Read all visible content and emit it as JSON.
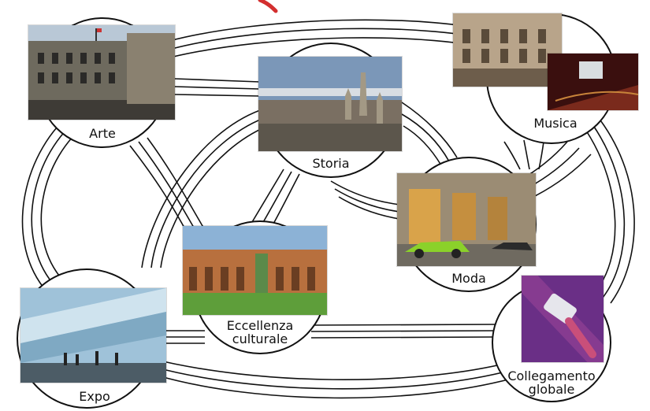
{
  "nodes": [
    {
      "id": "arte",
      "label": "Arte"
    },
    {
      "id": "storia",
      "label": "Storia"
    },
    {
      "id": "musica",
      "label": "Musica"
    },
    {
      "id": "moda",
      "label": "Moda"
    },
    {
      "id": "eccellenza",
      "label_line1": "Eccellenza",
      "label_line2": "culturale"
    },
    {
      "id": "expo",
      "label": "Expo"
    },
    {
      "id": "collegamento",
      "label_line1": "Collegamento",
      "label_line2": "globale"
    }
  ],
  "photos": [
    {
      "node": "arte",
      "subject": "palazzo-facade"
    },
    {
      "node": "storia",
      "subject": "cathedral-rooftops"
    },
    {
      "node": "musica",
      "subject": "opera-house-facade"
    },
    {
      "node": "musica",
      "subject": "theatre-interior"
    },
    {
      "node": "moda",
      "subject": "shopping-arcade"
    },
    {
      "node": "eccellenza",
      "subject": "cloister-courtyard"
    },
    {
      "node": "expo",
      "subject": "glass-pavilion"
    },
    {
      "node": "collegamento",
      "subject": "network-cable"
    }
  ],
  "colors": {
    "ring": "#111111",
    "background": "#ffffff",
    "accent": "#d32f2f"
  }
}
